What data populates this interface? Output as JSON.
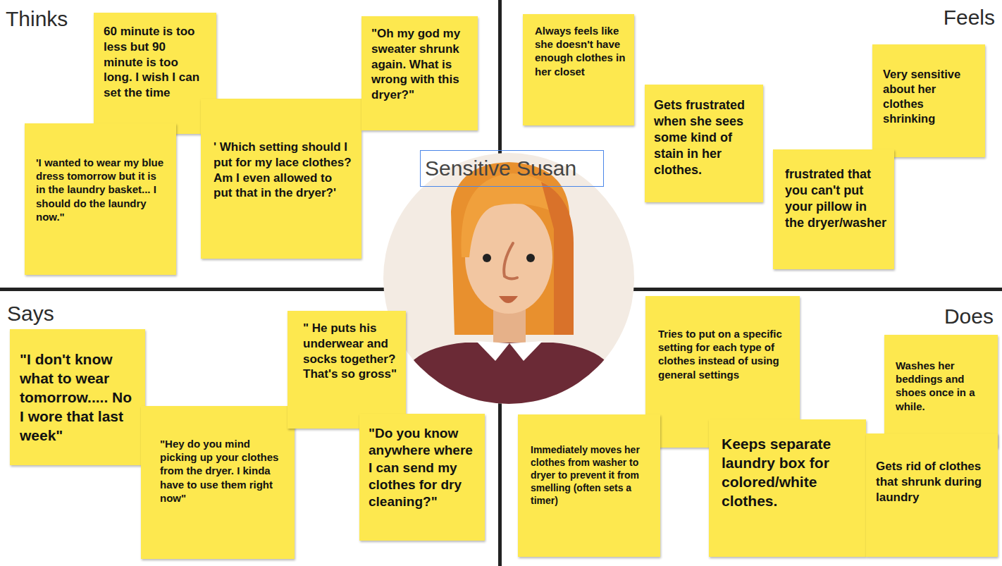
{
  "diagram": {
    "nodes": [
      {
        "text": [
          "60 minute is too less but 90 minute is too long. I wish I can set the time"
        ]
      },
      {
        "text": [
          "'I wanted to wear my blue dress tomorrow but it is in the laundry basket... I should do the laundry now.\""
        ]
      },
      {
        "text": [
          "' Which setting should I put for my lace clothes? Am I even allowed to put that in the dryer?'"
        ]
      },
      {
        "text": [
          "\"Oh my god my sweater shrunk again. What is wrong with this dryer?\""
        ]
      },
      {
        "text": [
          "Always feels like she doesn't have enough clothes in her closet"
        ]
      },
      {
        "text": [
          "Gets frustrated when she sees some kind of stain in her clothes."
        ]
      },
      {
        "text": [
          "Very sensitive about her clothes shrinking"
        ]
      },
      {
        "text": [
          "frustrated that you can't put your pillow in the dryer/washer"
        ]
      },
      {
        "text": [
          "Sensitive Susan"
        ]
      },
      {
        "text": [
          "\"I don't know what to wear tomorrow..... No I wore that last week\""
        ]
      },
      {
        "text": [
          "\"Hey do you mind picking up your clothes from the dryer. I kinda have to use them right now\""
        ]
      },
      {
        "text": [
          "\" He puts his underwear and socks together? That's so gross\""
        ]
      },
      {
        "text": [
          "\"Do you know anywhere where I can send my clothes for dry cleaning?\""
        ]
      },
      {
        "text": [
          "Tries to put on a specific setting for each type of clothes instead of using general settings"
        ]
      },
      {
        "text": [
          "Washes her beddings and shoes once in a while."
        ]
      },
      {
        "text": [
          "Immediately moves her clothes from washer to dryer to prevent it from smelling (often sets a timer)"
        ]
      },
      {
        "text": [
          "Keeps separate laundry box for colored/white clothes."
        ]
      },
      {
        "text": [
          "Gets rid of clothes that shrunk during laundry"
        ]
      }
    ],
    "labels": [
      "Thinks",
      "Feels",
      "Says",
      "Does"
    ]
  }
}
